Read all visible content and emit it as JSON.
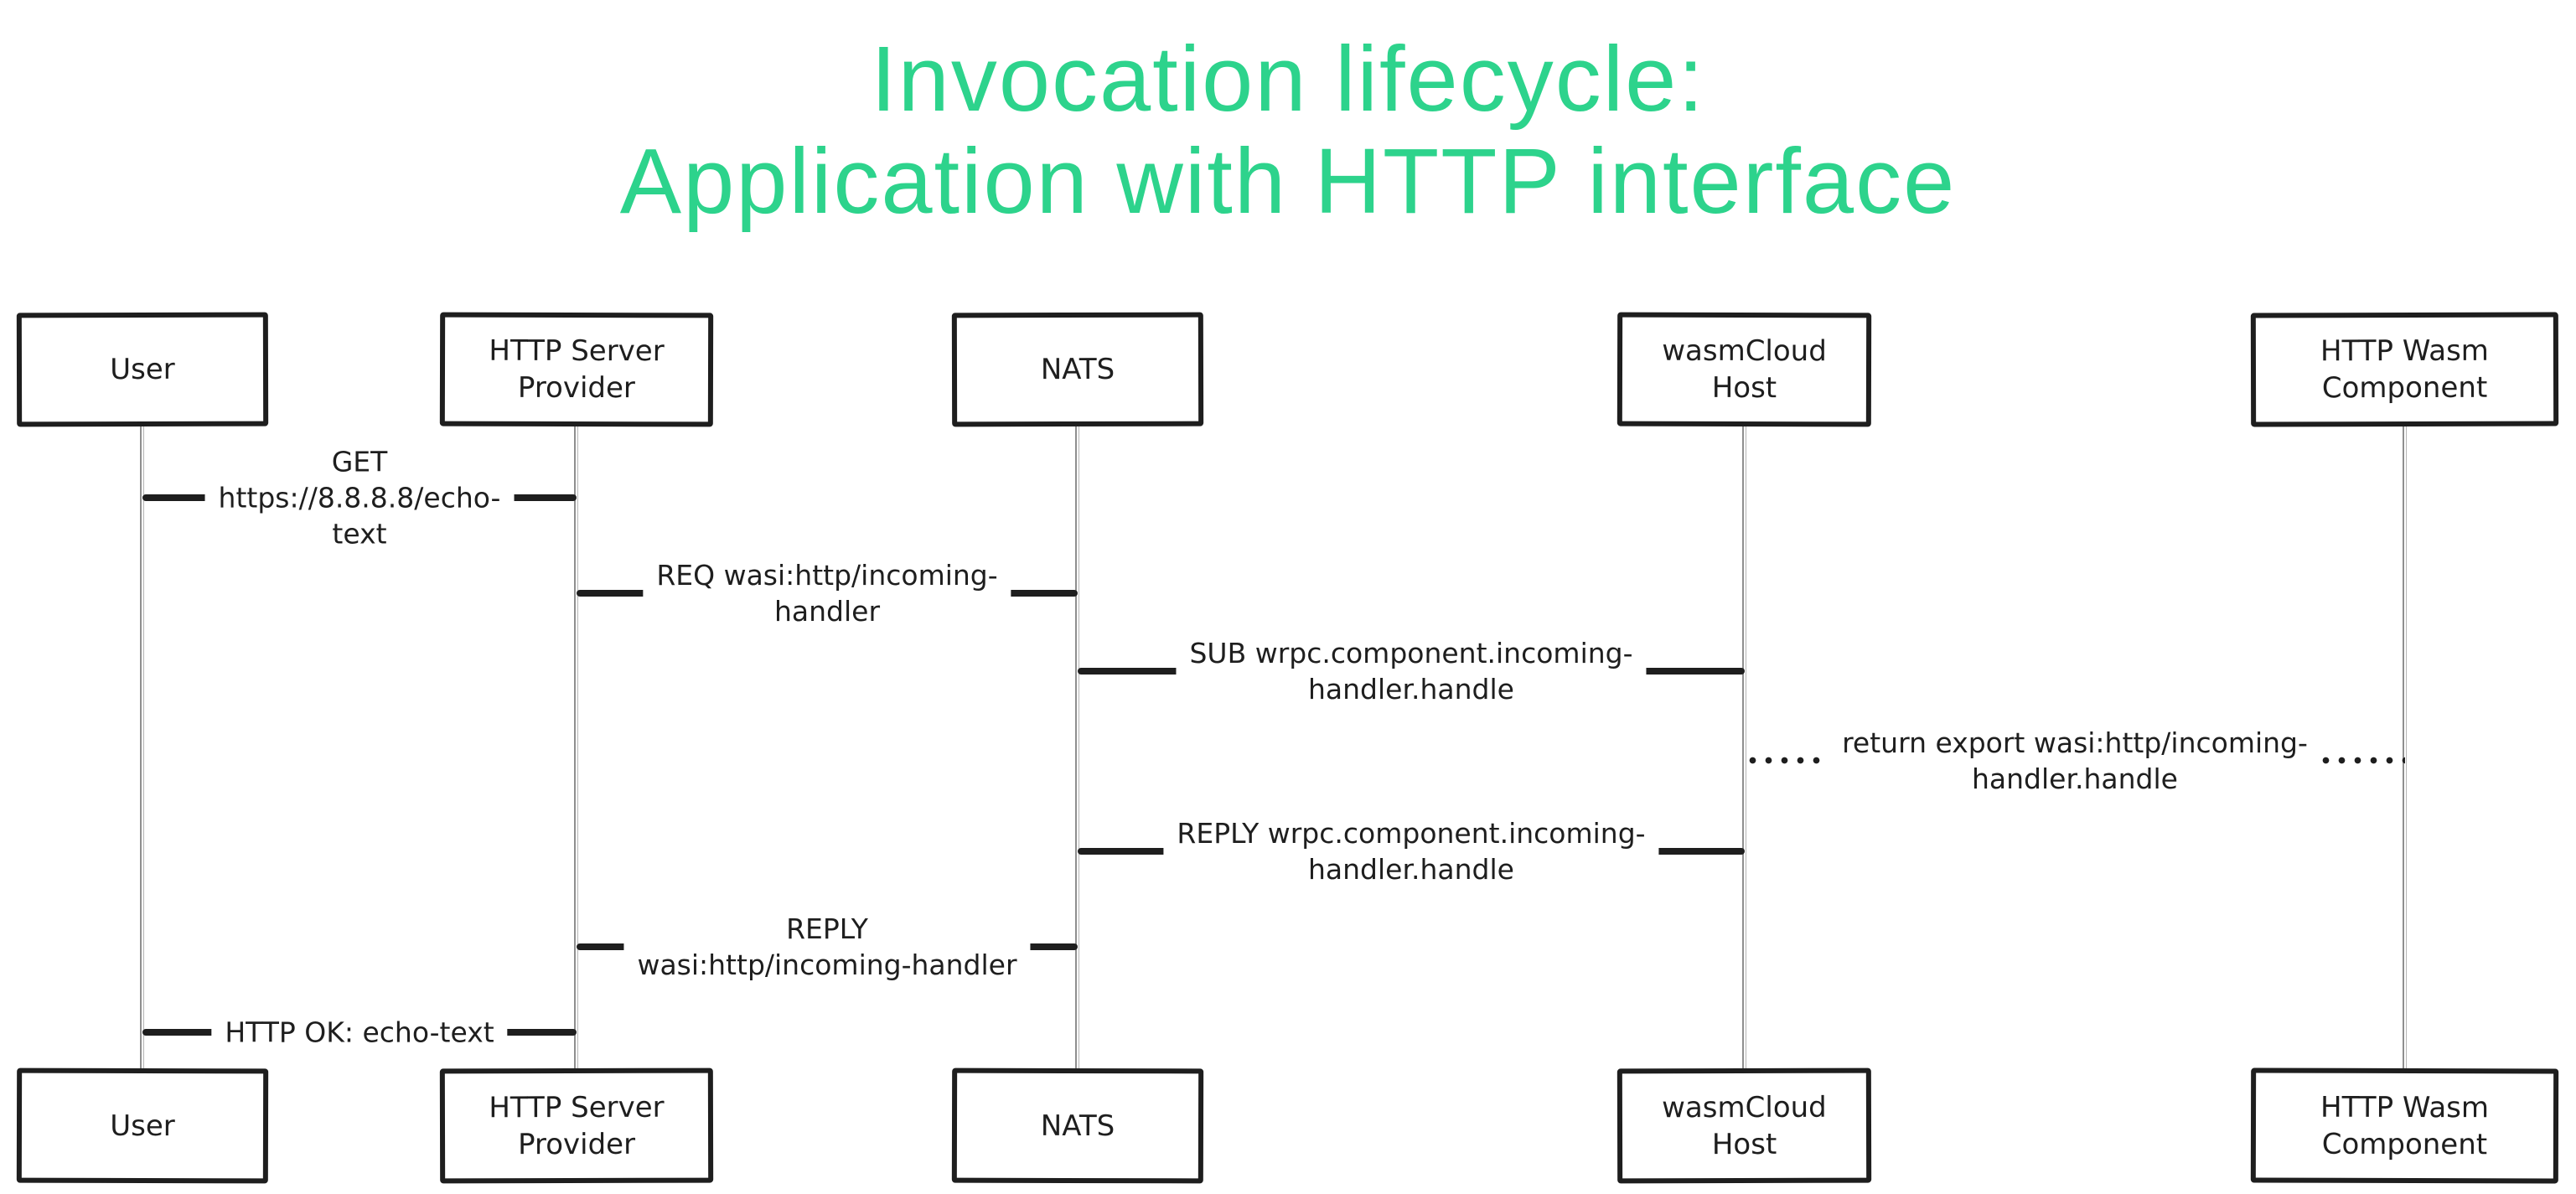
{
  "title": {
    "line1": "Invocation lifecycle:",
    "line2": "Application with HTTP interface"
  },
  "actors": [
    {
      "id": "user",
      "label": "User"
    },
    {
      "id": "http-server-provider",
      "label": "HTTP Server Provider"
    },
    {
      "id": "nats",
      "label": "NATS"
    },
    {
      "id": "wasmcloud-host",
      "label": "wasmCloud Host"
    },
    {
      "id": "http-wasm-component",
      "label": "HTTP Wasm Component"
    }
  ],
  "messages": [
    {
      "from": "user",
      "to": "http-server-provider",
      "style": "solid",
      "text": "GET https://8.8.8.8/echo-text",
      "lines": [
        "GET",
        "https://8.8.8.8/echo-",
        "text"
      ]
    },
    {
      "from": "http-server-provider",
      "to": "nats",
      "style": "solid",
      "text": "REQ wasi:http/incoming-handler",
      "lines": [
        "REQ wasi:http/incoming-",
        "handler"
      ]
    },
    {
      "from": "nats",
      "to": "wasmcloud-host",
      "style": "solid",
      "text": "SUB wrpc.component.incoming-handler.handle",
      "lines": [
        "SUB wrpc.component.incoming-",
        "handler.handle"
      ]
    },
    {
      "from": "wasmcloud-host",
      "to": "http-wasm-component",
      "style": "dotted",
      "text": "return export wasi:http/incoming-handler.handle",
      "lines": [
        "return export wasi:http/incoming-",
        "handler.handle"
      ]
    },
    {
      "from": "wasmcloud-host",
      "to": "nats",
      "style": "solid",
      "text": "REPLY wrpc.component.incoming-handler.handle",
      "lines": [
        "REPLY wrpc.component.incoming-",
        "handler.handle"
      ]
    },
    {
      "from": "nats",
      "to": "http-server-provider",
      "style": "solid",
      "text": "REPLY wasi:http/incoming-handler",
      "lines": [
        "REPLY",
        "wasi:http/incoming-handler"
      ]
    },
    {
      "from": "http-server-provider",
      "to": "user",
      "style": "solid",
      "text": "HTTP OK: echo-text",
      "lines": [
        "HTTP OK: echo-text"
      ]
    }
  ],
  "colors": {
    "title_green": "#2dd38c",
    "ink": "#1e1e1e",
    "lifeline_gray": "#8f8f8f",
    "background": "#ffffff"
  }
}
